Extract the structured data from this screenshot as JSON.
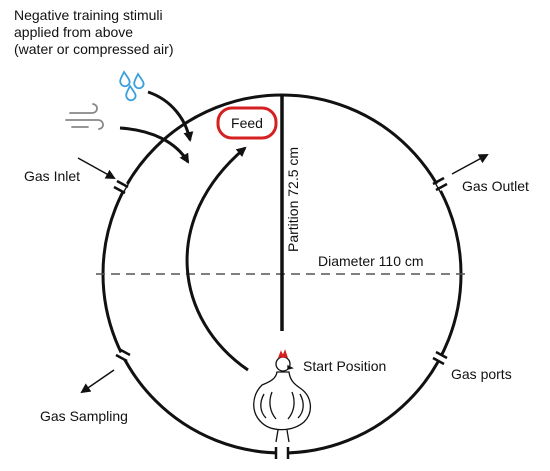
{
  "caption": {
    "line1": "Negative training stimuli",
    "line2": "applied from above",
    "line3": "(water or compressed air)"
  },
  "labels": {
    "feed": "Feed",
    "partition": "Partition 72.5 cm",
    "diameter": "Diameter 110 cm",
    "start": "Start Position",
    "gas_inlet": "Gas Inlet",
    "gas_outlet": "Gas Outlet",
    "gas_sampling": "Gas Sampling",
    "gas_ports": "Gas ports"
  },
  "icons": {
    "water": "water-drops-icon",
    "air": "wind-icon",
    "hen": "chicken-icon"
  },
  "colors": {
    "outline": "#111111",
    "feed_border": "#d42020",
    "water": "#3aa0dd",
    "hen_comb": "#d42020"
  }
}
